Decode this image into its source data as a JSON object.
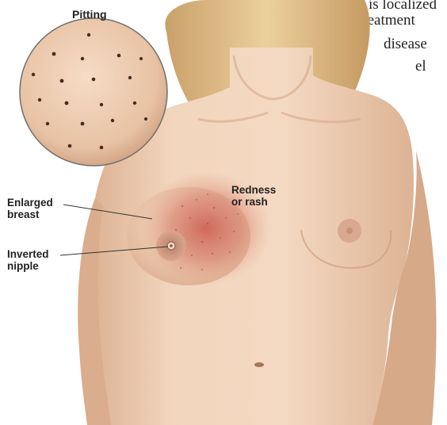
{
  "title": "Pitting",
  "background_text": [
    "is localized",
    "treatment",
    "disease",
    "el"
  ],
  "labels": {
    "enlarged": [
      "Enlarged",
      "breast"
    ],
    "redness": [
      "Redness",
      "or rash"
    ],
    "inverted": [
      "Inverted",
      "nipple"
    ]
  },
  "colors": {
    "skin": "#efcfb4",
    "skin_shadow": "#d9a887",
    "hair": "#e3c088",
    "redness": "#c8574d",
    "pitting_circle": "#e8c4a6",
    "label_text": "#222222"
  }
}
